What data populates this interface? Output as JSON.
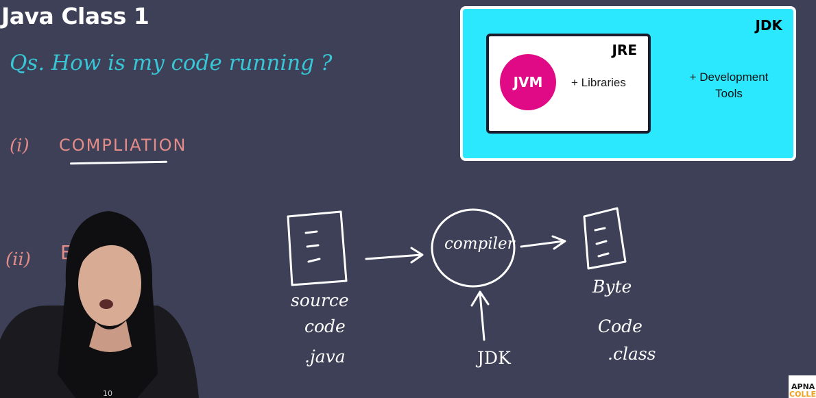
{
  "title": "Java Class 1",
  "notes": {
    "question": "Qs. How is my code running ?",
    "step1_number": "(i)",
    "step1_label": "COMPLIATION",
    "step2_number": "(ii)",
    "step2_label_visible": "E       N"
  },
  "jdk_diagram": {
    "jdk_label": "JDK",
    "jre_label": "JRE",
    "jvm_label": "JVM",
    "libraries_label": "+ Libraries",
    "dev_tools_label": "+ Development Tools",
    "colors": {
      "jdk_bg": "#2ce8ff",
      "jvm_circle": "#e10a86",
      "jre_bg": "#ffffff"
    }
  },
  "flow": {
    "source": [
      "source",
      "code",
      ".java"
    ],
    "compiler": "compiler",
    "jdk_input": "JDK",
    "output": [
      "Byte",
      "Code",
      ".class"
    ]
  },
  "presenter_shirt_text": "10",
  "logo": {
    "line1": "APNA",
    "line2": "COLLEGE"
  },
  "colors": {
    "board": "#3d4057",
    "question": "#38c6d6",
    "steps": "#e38c88",
    "ink": "#ffffff"
  }
}
